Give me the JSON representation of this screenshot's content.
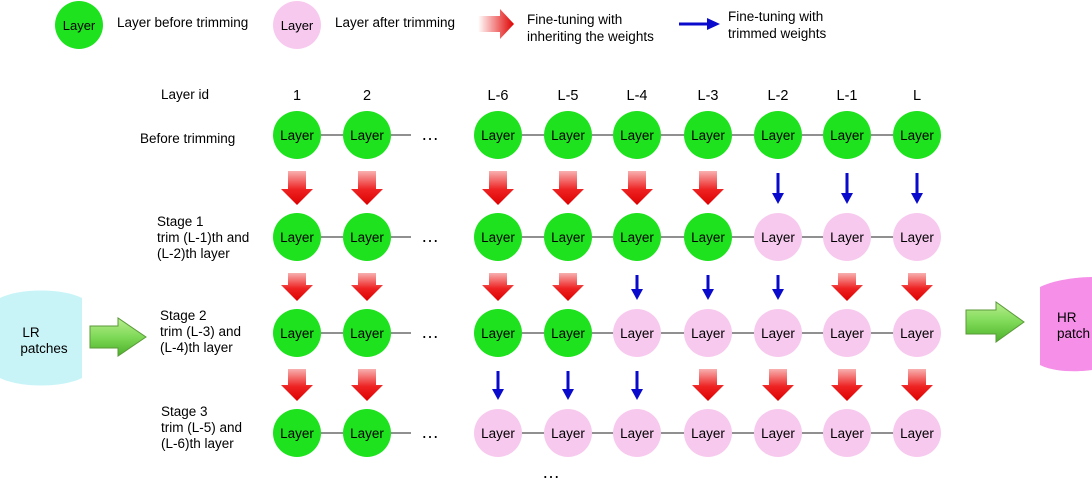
{
  "legend": {
    "layer_glyph": "Layer",
    "before_label": "Layer before trimming",
    "after_label": "Layer after trimming",
    "inherit_label": [
      "Fine-tuning with",
      "inheriting the weights"
    ],
    "trimmed_label": [
      "Fine-tuning with",
      "trimmed weights"
    ]
  },
  "colors": {
    "before": "#1ee21e",
    "after": "#f7c9ee",
    "inherit_arrow": "#ee1111",
    "trimmed_arrow": "#0a0acc",
    "lr_patch": "#c8f4f8",
    "hr_patch": "#f58fe8",
    "flow_arrow": "#6fd33a"
  },
  "layer_id_label": "Layer id",
  "layer_ids": [
    "1",
    "2",
    "L-6",
    "L-5",
    "L-4",
    "L-3",
    "L-2",
    "L-1",
    "L"
  ],
  "node_label": "Layer",
  "ellipsis": "…",
  "rows": [
    {
      "label": [
        "Before trimming"
      ],
      "states": [
        "b",
        "b",
        "b",
        "b",
        "b",
        "b",
        "b",
        "b",
        "b"
      ]
    },
    {
      "label": [
        "Stage 1",
        "trim (L-1)th and",
        "(L-2)th layer"
      ],
      "states": [
        "b",
        "b",
        "b",
        "b",
        "b",
        "b",
        "a",
        "a",
        "a"
      ]
    },
    {
      "label": [
        "Stage 2",
        "trim (L-3) and",
        "(L-4)th layer"
      ],
      "states": [
        "b",
        "b",
        "b",
        "b",
        "a",
        "a",
        "a",
        "a",
        "a"
      ]
    },
    {
      "label": [
        "Stage 3",
        "trim (L-5) and",
        "(L-6)th layer"
      ],
      "states": [
        "b",
        "b",
        "a",
        "a",
        "a",
        "a",
        "a",
        "a",
        "a"
      ]
    }
  ],
  "transitions": [
    [
      "inherit",
      "inherit",
      "inherit",
      "inherit",
      "inherit",
      "inherit",
      "trimmed",
      "trimmed",
      "trimmed"
    ],
    [
      "inherit",
      "inherit",
      "inherit",
      "inherit",
      "trimmed",
      "trimmed",
      "trimmed",
      "inherit",
      "inherit"
    ],
    [
      "inherit",
      "inherit",
      "trimmed",
      "trimmed",
      "trimmed",
      "inherit",
      "inherit",
      "inherit",
      "inherit"
    ]
  ],
  "input_label": [
    "LR",
    "patches"
  ],
  "output_label": [
    "HR",
    "patch"
  ],
  "trailing_dots": "…"
}
